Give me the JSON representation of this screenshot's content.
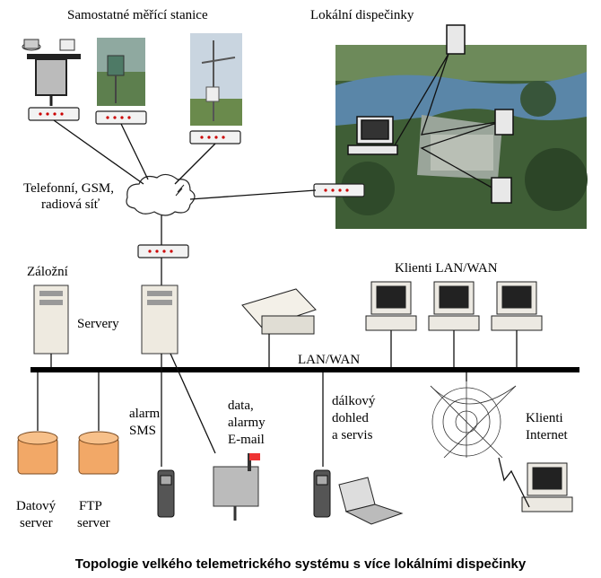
{
  "labels": {
    "stations": "Samostatné měřící stanice",
    "local_dispatch": "Lokální dispečinky",
    "network_line1": "Telefonní, GSM,",
    "network_line2": "radiová síť",
    "backup": "Záložní",
    "servers": "Servery",
    "clients_lan": "Klienti LAN/WAN",
    "lan_wan": "LAN/WAN",
    "data_line1": "Datový",
    "data_line2": "server",
    "ftp_line1": "FTP",
    "ftp_line2": "server",
    "alarm_line1": "alarm",
    "alarm_line2": "SMS",
    "email_line1": "data,",
    "email_line2": "alarmy",
    "email_line3": "E-mail",
    "remote_line1": "dálkový",
    "remote_line2": "dohled",
    "remote_line3": "a servis",
    "internet_line1": "Klienti",
    "internet_line2": "Internet"
  },
  "caption": "Topologie velkého telemetrického systému s více lokálními dispečinky"
}
